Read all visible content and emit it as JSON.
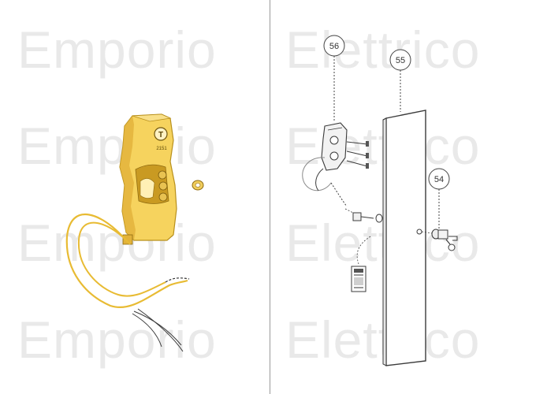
{
  "watermark": {
    "word_left": "Emporio",
    "word_right": "Elettrico"
  },
  "callouts": {
    "part_56": "56",
    "part_55": "55",
    "part_54": "54"
  },
  "device_badge": {
    "logo_letter": "T",
    "model_text": "2151"
  },
  "colors": {
    "part_yellow": "#f6d35e",
    "part_yellow_dark": "#d8a926",
    "line": "#3b3b3b",
    "watermark": "#e9e9e9"
  }
}
